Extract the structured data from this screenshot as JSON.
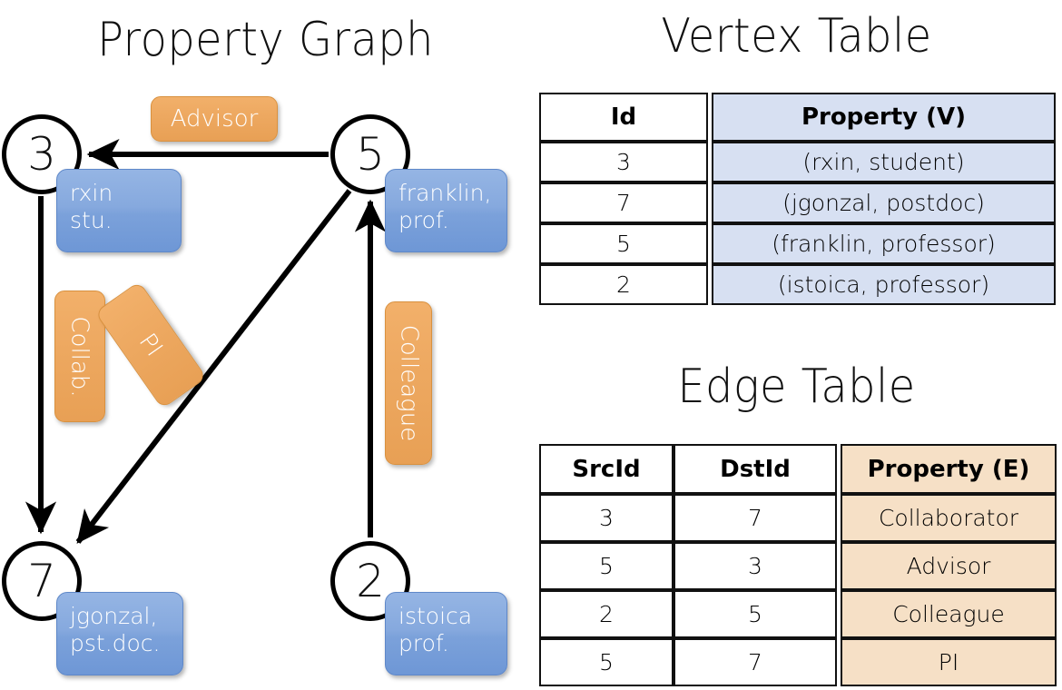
{
  "titles": {
    "property_graph": "Property Graph",
    "vertex_table": "Vertex Table",
    "edge_table": "Edge Table"
  },
  "graph": {
    "nodes": [
      {
        "id": "3",
        "property": "rxin\nstu."
      },
      {
        "id": "5",
        "property": "franklin,\nprof."
      },
      {
        "id": "7",
        "property": "jgonzal,\npst.doc."
      },
      {
        "id": "2",
        "property": "istoica\nprof."
      }
    ],
    "edge_labels": [
      {
        "name": "advisor",
        "text": "Advisor"
      },
      {
        "name": "collab",
        "text": "Collab."
      },
      {
        "name": "pi",
        "text": "PI"
      },
      {
        "name": "colleague",
        "text": "Colleague"
      }
    ]
  },
  "vertex_table": {
    "headers": [
      "Id",
      "Property (V)"
    ],
    "rows": [
      {
        "id": "3",
        "property": "(rxin, student)"
      },
      {
        "id": "7",
        "property": "(jgonzal, postdoc)"
      },
      {
        "id": "5",
        "property": "(franklin, professor)"
      },
      {
        "id": "2",
        "property": "(istoica, professor)"
      }
    ]
  },
  "edge_table": {
    "headers": [
      "SrcId",
      "DstId",
      "Property (E)"
    ],
    "rows": [
      {
        "src": "3",
        "dst": "7",
        "property": "Collaborator"
      },
      {
        "src": "5",
        "dst": "3",
        "property": "Advisor"
      },
      {
        "src": "2",
        "dst": "5",
        "property": "Colleague"
      },
      {
        "src": "5",
        "dst": "7",
        "property": "PI"
      }
    ]
  },
  "colors": {
    "node_fill": "#ffffff",
    "node_stroke": "#000000",
    "vertex_property_fill": "#d7e0f2",
    "edge_property_fill": "#f6e0c6",
    "blue_box": "#7ba1da",
    "orange_box": "#eda860",
    "background": "#ffffff"
  }
}
